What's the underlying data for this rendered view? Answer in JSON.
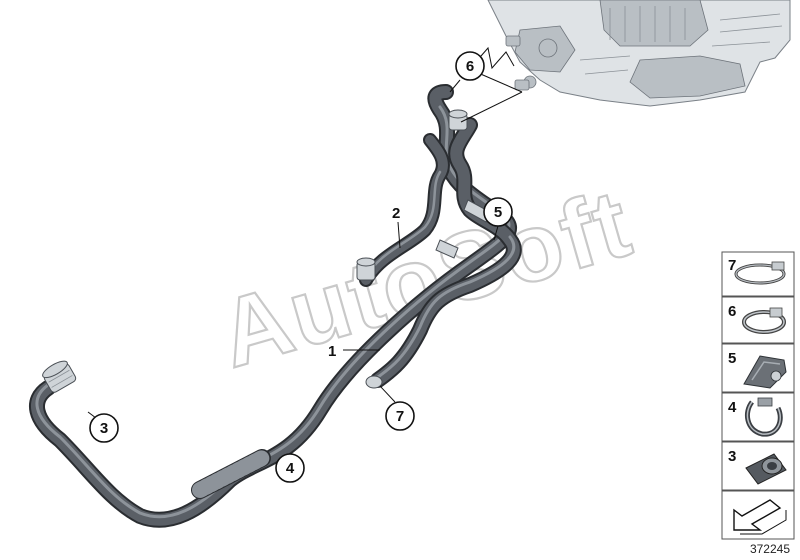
{
  "diagram": {
    "watermark": "AutoSoft",
    "reference_number": "372245",
    "callouts": [
      {
        "id": "callout-6",
        "label": "6"
      },
      {
        "id": "callout-5",
        "label": "5"
      },
      {
        "id": "callout-3",
        "label": "3"
      },
      {
        "id": "callout-4",
        "label": "4"
      },
      {
        "id": "callout-7",
        "label": "7"
      }
    ],
    "plain_labels": [
      {
        "id": "label-2",
        "label": "2"
      },
      {
        "id": "label-1",
        "label": "1"
      }
    ],
    "legend": [
      {
        "label": "7",
        "part": "hose-clamp-icon"
      },
      {
        "label": "6",
        "part": "hose-clamp-icon"
      },
      {
        "label": "5",
        "part": "holder-clip-icon"
      },
      {
        "label": "4",
        "part": "bracket-clip-icon"
      },
      {
        "label": "3",
        "part": "grommet-icon"
      },
      {
        "label": "",
        "part": "arrow-icon"
      }
    ]
  }
}
